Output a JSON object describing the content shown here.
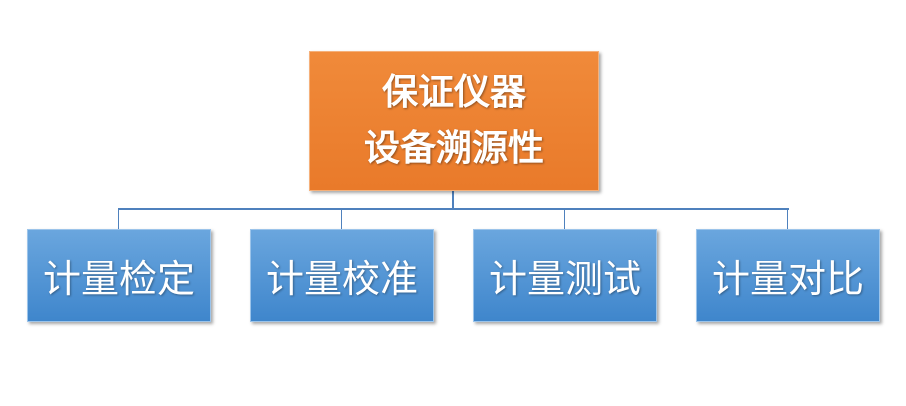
{
  "root": {
    "line1": "保证仪器",
    "line2": "设备溯源性"
  },
  "children": [
    {
      "label": "计量检定"
    },
    {
      "label": "计量校准"
    },
    {
      "label": "计量测试"
    },
    {
      "label": "计量对比"
    }
  ],
  "colors": {
    "root": "#ed7d31",
    "child": "#5b9bd5",
    "connector": "#4f81bd"
  }
}
